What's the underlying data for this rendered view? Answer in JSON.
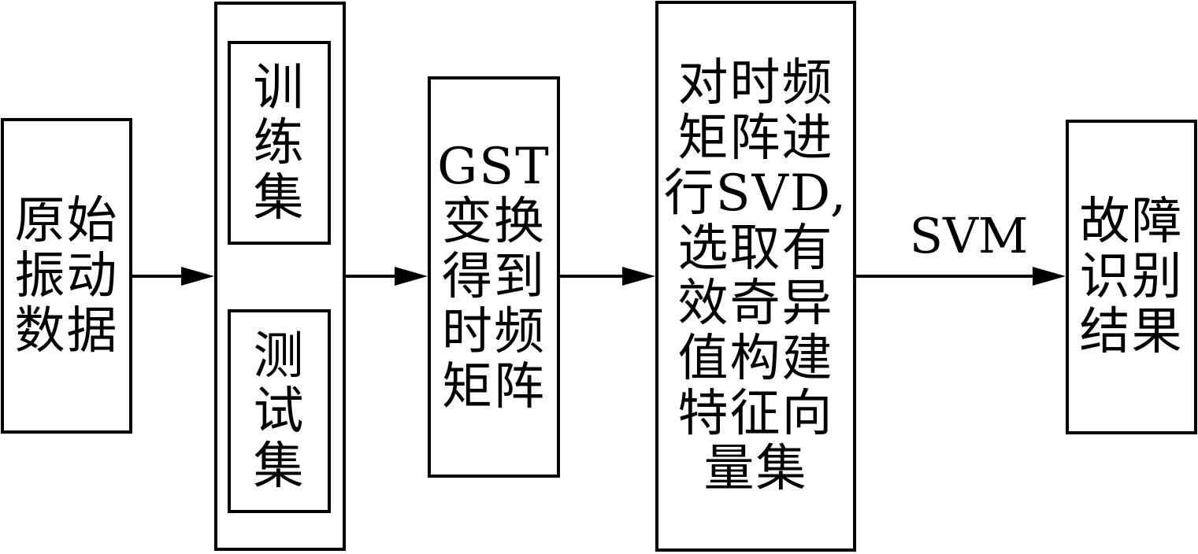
{
  "nodes": {
    "raw_data": "原始\n振动\n数据",
    "training_set": "训\n练\n集",
    "test_set": "测\n试\n集",
    "gst": "GST\n变换\n得到\n时频\n矩阵",
    "svd": "对时频\n矩阵进\n行SVD,\n选取有\n效奇异\n值构建\n特征向\n量集",
    "result": "故障\n识别\n结果"
  },
  "edges": {
    "svm_label": "SVM"
  }
}
